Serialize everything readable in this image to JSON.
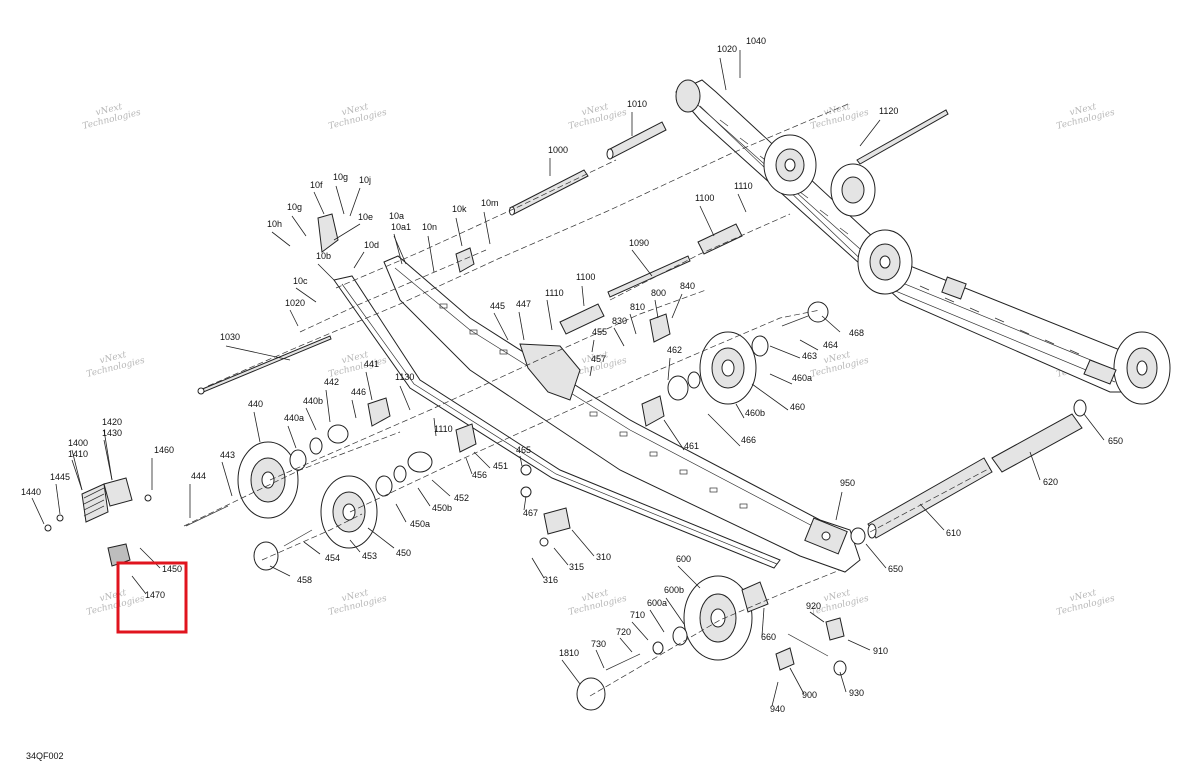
{
  "diagram": {
    "code": "34QF002",
    "watermark": [
      "vNext",
      "Technologies"
    ],
    "highlight_color": "#e0141e",
    "parts": [
      "1040",
      "1020",
      "1010",
      "1120",
      "1000",
      "1110",
      "1100",
      "1090",
      "840",
      "800",
      "810",
      "830",
      "1110",
      "1100",
      "445",
      "447",
      "455",
      "457",
      "462",
      "468",
      "463",
      "464",
      "460a",
      "460b",
      "460",
      "461",
      "466",
      "650",
      "620",
      "610",
      "650",
      "950",
      "10f",
      "10g",
      "10j",
      "10h",
      "10g",
      "10e",
      "10d",
      "10c",
      "10b",
      "10a",
      "10a1",
      "10n",
      "10k",
      "10m",
      "1020",
      "1030",
      "441",
      "442",
      "446",
      "440",
      "440a",
      "440b",
      "1130",
      "1110",
      "451",
      "456",
      "452",
      "450b",
      "450a",
      "450",
      "453",
      "454",
      "458",
      "465",
      "467",
      "310",
      "315",
      "316",
      "1420",
      "1430",
      "1400",
      "1410",
      "1445",
      "1440",
      "1460",
      "443",
      "444",
      "1450",
      "1470",
      "600",
      "600b",
      "600a",
      "710",
      "720",
      "730",
      "1810",
      "660",
      "920",
      "910",
      "900",
      "930",
      "940"
    ]
  }
}
